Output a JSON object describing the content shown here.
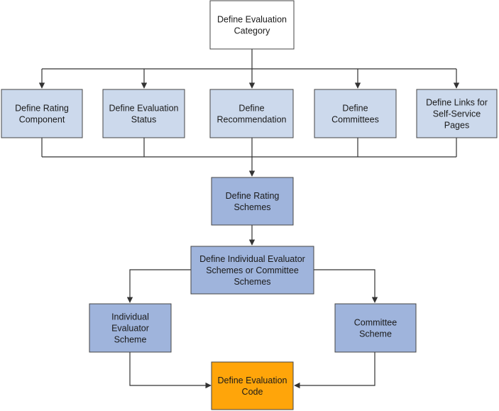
{
  "colors": {
    "white": "#ffffff",
    "light_blue": "#ccd9ec",
    "mid_blue": "#9fb4dc",
    "orange": "#ffa50a",
    "border": "#444444",
    "connector": "#333333"
  },
  "nodes": {
    "category": {
      "lines": [
        "Define Evaluation",
        "Category"
      ]
    },
    "rating_component": {
      "lines": [
        "Define Rating",
        "Component"
      ]
    },
    "eval_status": {
      "lines": [
        "Define Evaluation",
        "Status"
      ]
    },
    "recommendation": {
      "lines": [
        "Define",
        "Recommendation"
      ]
    },
    "committees": {
      "lines": [
        "Define",
        "Committees"
      ]
    },
    "links": {
      "lines": [
        "Define Links for",
        "Self-Service",
        "Pages"
      ]
    },
    "rating_schemes": {
      "lines": [
        "Define Rating",
        "Schemes"
      ]
    },
    "evaluator_schemes": {
      "lines": [
        "Define Individual Evaluator",
        "Schemes or Committee",
        "Schemes"
      ]
    },
    "individual": {
      "lines": [
        "Individual",
        "Evaluator",
        "Scheme"
      ]
    },
    "committee": {
      "lines": [
        "Committee",
        "Scheme"
      ]
    },
    "eval_code": {
      "lines": [
        "Define Evaluation",
        "Code"
      ]
    }
  }
}
